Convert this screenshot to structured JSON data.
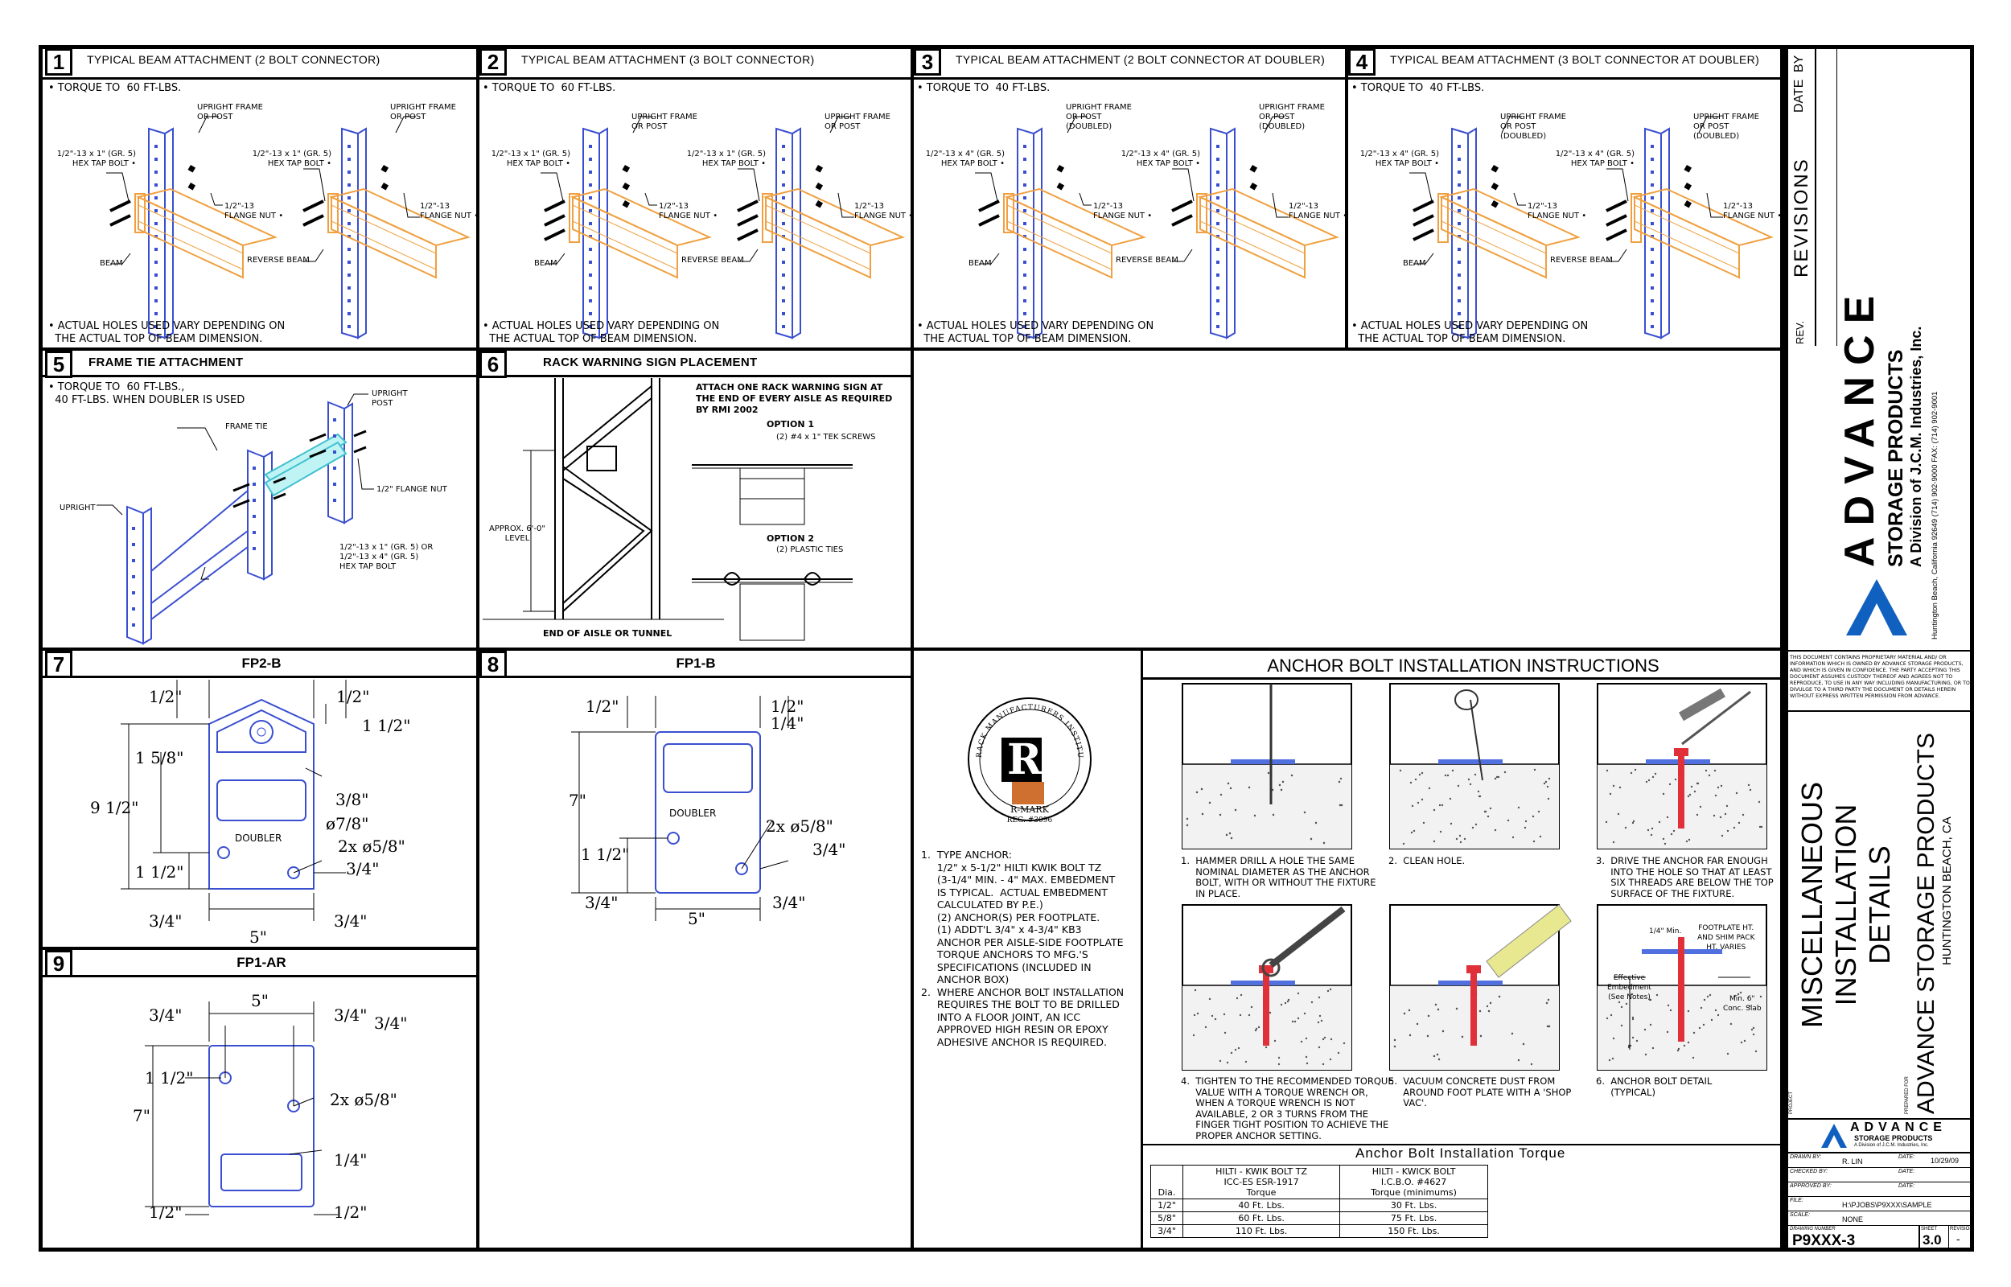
{
  "panels": {
    "p1": {
      "num": "1",
      "title": "TYPICAL BEAM ATTACHMENT (2 BOLT CONNECTOR)",
      "torque": "• TORQUE TO  60 FT-LBS.",
      "upright_left": "UPRIGHT FRAME\nOR POST",
      "upright_right": "UPRIGHT FRAME\nOR POST",
      "bolt_left": "1/2\"-13 x 1\" (GR. 5)\nHEX TAP BOLT •",
      "bolt_right": "1/2\"-13 x 1\" (GR. 5)\nHEX TAP BOLT •",
      "nut_left": "1/2\"-13\nFLANGE NUT •",
      "nut_right": "1/2\"-13\nFLANGE NUT •",
      "beam": "BEAM",
      "reverse_beam": "REVERSE BEAM",
      "footnote": "• ACTUAL HOLES USED VARY DEPENDING ON\n  THE ACTUAL TOP OF BEAM DIMENSION."
    },
    "p2": {
      "num": "2",
      "title": "TYPICAL BEAM ATTACHMENT (3 BOLT CONNECTOR)",
      "torque": "• TORQUE TO  60 FT-LBS.",
      "upright_left": "UPRIGHT FRAME\nOR POST",
      "upright_right": "UPRIGHT FRAME\nOR POST",
      "bolt_left": "1/2\"-13 x 1\" (GR. 5)\nHEX TAP BOLT •",
      "bolt_right": "1/2\"-13 x 1\" (GR. 5)\nHEX TAP BOLT •",
      "nut_left": "1/2\"-13\nFLANGE NUT •",
      "nut_right": "1/2\"-13\nFLANGE NUT •",
      "beam": "BEAM",
      "reverse_beam": "REVERSE BEAM",
      "footnote": "• ACTUAL HOLES USED VARY DEPENDING ON\n  THE ACTUAL TOP OF BEAM DIMENSION."
    },
    "p3": {
      "num": "3",
      "title": "TYPICAL BEAM ATTACHMENT (2 BOLT CONNECTOR AT DOUBLER)",
      "torque": "• TORQUE TO  40 FT-LBS.",
      "upright_left": "UPRIGHT FRAME\nOR POST\n(DOUBLED)",
      "upright_right": "UPRIGHT FRAME\nOR POST\n(DOUBLED)",
      "bolt_left": "1/2\"-13 x 4\" (GR. 5)\nHEX TAP BOLT •",
      "bolt_right": "1/2\"-13 x 4\" (GR. 5)\nHEX TAP BOLT •",
      "nut_left": "1/2\"-13\nFLANGE NUT •",
      "nut_right": "1/2\"-13\nFLANGE NUT •",
      "beam": "BEAM",
      "reverse_beam": "REVERSE BEAM",
      "footnote": "• ACTUAL HOLES USED VARY DEPENDING ON\n  THE ACTUAL TOP OF BEAM DIMENSION."
    },
    "p4": {
      "num": "4",
      "title": "TYPICAL BEAM ATTACHMENT (3 BOLT CONNECTOR AT DOUBLER)",
      "torque": "• TORQUE TO  40 FT-LBS.",
      "upright_left": "UPRIGHT FRAME\nOR POST\n(DOUBLED)",
      "upright_right": "UPRIGHT FRAME\nOR POST\n(DOUBLED)",
      "bolt_left": "1/2\"-13 x 4\" (GR. 5)\nHEX TAP BOLT •",
      "bolt_right": "1/2\"-13 x 4\" (GR. 5)\nHEX TAP BOLT •",
      "nut_left": "1/2\"-13\nFLANGE NUT •",
      "nut_right": "1/2\"-13\nFLANGE NUT •",
      "beam": "BEAM",
      "reverse_beam": "REVERSE BEAM",
      "footnote": "• ACTUAL HOLES USED VARY DEPENDING ON\n  THE ACTUAL TOP OF BEAM DIMENSION."
    },
    "p5": {
      "num": "5",
      "title": "FRAME TIE ATTACHMENT",
      "torque": "• TORQUE TO  60 FT-LBS.,\n  40 FT-LBS. WHEN DOUBLER IS USED",
      "upright_post": "UPRIGHT\nPOST",
      "frame_tie": "FRAME TIE",
      "nut": "1/2\" FLANGE NUT",
      "upright": "UPRIGHT",
      "bolt": "1/2\"-13 x 1\" (GR. 5) OR\n1/2\"-13 x 4\" (GR. 5)\nHEX TAP BOLT"
    },
    "p6": {
      "num": "6",
      "title": "RACK WARNING SIGN PLACEMENT",
      "instruction": "ATTACH ONE RACK WARNING SIGN AT\nTHE END OF EVERY AISLE AS REQUIRED\nBY RMI 2002",
      "option1": "OPTION 1",
      "option1_detail": "(2) #4 x 1\" TEK SCREWS",
      "option2": "OPTION 2",
      "option2_detail": "(2) PLASTIC TIES",
      "level": "APPROX. 6'-0\"\nLEVEL",
      "end_label": "END OF AISLE OR TUNNEL"
    },
    "p7": {
      "num": "7",
      "title": "FP2-B",
      "d_half_l": "1/2\"",
      "d_half_r": "1/2\"",
      "d_1half": "1 1/2\"",
      "d_15_8": "1 5/8\"",
      "d_3_8": "3/8\"",
      "d_9half": "9 1/2\"",
      "d_dia78": "ø7/8\"",
      "doubler": "DOUBLER",
      "d_holes": "2x ø5/8\"",
      "d_1half_b": "1 1/2\"",
      "d_3_4_r": "3/4\"",
      "d_3_4_bl": "3/4\"",
      "d_3_4_br": "3/4\"",
      "d_5": "5\""
    },
    "p8": {
      "num": "8",
      "title": "FP1-B",
      "d_half_l": "1/2\"",
      "d_half_r": "1/2\"",
      "d_1_4": "1/4\"",
      "d_7": "7\"",
      "doubler": "DOUBLER",
      "d_holes": "2x ø5/8\"",
      "d_1half": "1 1/2\"",
      "d_3_4_r": "3/4\"",
      "d_3_4_bl": "3/4\"",
      "d_3_4_br": "3/4\"",
      "d_5": "5\""
    },
    "p9": {
      "num": "9",
      "title": "FP1-AR",
      "d_5": "5\"",
      "d_3_4_tl": "3/4\"",
      "d_3_4_tr": "3/4\"",
      "d_3_4_r": "3/4\"",
      "d_1half": "1 1/2\"",
      "d_7": "7\"",
      "d_holes": "2x ø5/8\"",
      "d_1_4": "1/4\"",
      "d_half_l": "1/2\"",
      "d_half_r": "1/2\""
    }
  },
  "rmark": {
    "ring_text": "RACK MANUFACTURERS INSTITUTE",
    "label": "R-MARK",
    "reg": "REG. #3096"
  },
  "anchor_notes": "1.  TYPE ANCHOR:\n     1/2\" x 5-1/2\" HILTI KWIK BOLT TZ\n     (3-1/4\" MIN. - 4\" MAX. EMBEDMENT\n     IS TYPICAL.  ACTUAL EMBEDMENT\n     CALCULATED BY P.E.)\n     (2) ANCHOR(S) PER FOOTPLATE.\n     (1) ADDT'L 3/4\" x 4-3/4\" KB3\n     ANCHOR PER AISLE-SIDE FOOTPLATE\n     TORQUE ANCHORS TO MFG.'S\n     SPECIFICATIONS (INCLUDED IN\n     ANCHOR BOX)\n2.  WHERE ANCHOR BOLT INSTALLATION\n     REQUIRES THE BOLT TO BE DRILLED\n     INTO A FLOOR JOINT, AN ICC\n     APPROVED HIGH RESIN OR EPOXY\n     ADHESIVE ANCHOR IS REQUIRED.",
  "anchor": {
    "title": "ANCHOR BOLT INSTALLATION INSTRUCTIONS",
    "steps": [
      "1.  HAMMER DRILL A HOLE THE SAME\n     NOMINAL DIAMETER AS THE ANCHOR\n     BOLT, WITH OR WITHOUT THE FIXTURE\n     IN PLACE.",
      "2.  CLEAN HOLE.",
      "3.  DRIVE THE ANCHOR FAR ENOUGH\n     INTO THE HOLE SO THAT AT LEAST\n     SIX THREADS ARE BELOW THE TOP\n     SURFACE OF THE FIXTURE.",
      "4.  TIGHTEN TO THE RECOMMENDED TORQUE\n     VALUE WITH A TORQUE WRENCH OR,\n     WHEN A TORQUE WRENCH IS NOT\n     AVAILABLE, 2 OR 3 TURNS FROM THE\n     FINGER TIGHT POSITION TO ACHIEVE THE\n     PROPER ANCHOR SETTING.",
      "5.  VACUUM CONCRETE DUST FROM\n     AROUND FOOT PLATE WITH A 'SHOP\n     VAC'.",
      "6.  ANCHOR BOLT DETAIL\n     (TYPICAL)"
    ],
    "detail": {
      "min": "1/4\" Min.",
      "footplate": "FOOTPLATE HT.\nAND SHIM PACK\nHT. VARIES",
      "embed": "Effective\nEmbedment\n(See Notes)",
      "slab": "Min. 6\"\nConc. Slab"
    }
  },
  "torque_table": {
    "title": "Anchor Bolt Installation Torque",
    "col1": "HILTI - KWIK BOLT TZ\nICC-ES ESR-1917\nTorque",
    "col2": "HILTI - KWICK BOLT\nI.C.B.O. #4627\nTorque (minimums)",
    "dia_label": "Dia.",
    "rows": [
      {
        "dia": "1/2\"",
        "a": "40 Ft. Lbs.",
        "b": "30 Ft. Lbs."
      },
      {
        "dia": "5/8\"",
        "a": "60 Ft. Lbs.",
        "b": "75 Ft. Lbs."
      },
      {
        "dia": "3/4\"",
        "a": "110 Ft. Lbs.",
        "b": "150 Ft. Lbs."
      }
    ]
  },
  "titleblock": {
    "by": "BY",
    "date": "DATE",
    "revisions": "REVISIONS",
    "rev": "REV.",
    "company_big": "ADVANCE",
    "company_sub": "STORAGE PRODUCTS",
    "division": "A Division of J.C.M. Industries, Inc.",
    "address": "Huntington  Beach,  California  92649  (714)  902-9000   FAX:  (714)  902-9001",
    "disclaimer": "THIS DOCUMENT CONTAINS PROPRIETARY MATERIAL AND/ OR INFORMATION WHICH IS OWNED BY ADVANCE STORAGE PRODUCTS, AND WHICH IS GIVEN IN CONFIDENCE. THE PARTY ACCEPTING THIS DOCUMENT ASSUMES CUSTODY THEREOF AND AGREES NOT TO REPRODUCE, TO USE IN ANY WAY INCLUDING MANUFACTURING, OR TO DIVULGE TO A THIRD PARTY THE DOCUMENT OR DETAILS HEREIN WITHOUT EXPRESS WRITTEN PERMISSION FROM ADVANCE.",
    "sheet_title": "MISCELLANEOUS\nINSTALLATION\nDETAILS",
    "project_label": "PROJECT",
    "prepared_for": "PREPARED FOR",
    "client": "ADVANCE STORAGE PRODUCTS",
    "client_loc": "HUNTINGTON  BEACH,  CA",
    "logo_big": "ADVANCE",
    "logo_sub": "STORAGE PRODUCTS",
    "logo_div": "A Division of J.C.M. Industries, Inc.",
    "drawn_by_label": "DRAWN BY:",
    "drawn_by": "R. LIN",
    "date_label": "DATE:",
    "date_value": "10/29/09",
    "checked_label": "CHECKED BY:",
    "approved_label": "APPROVED BY:",
    "file_label": "FILE:",
    "file_value": "H:\\PJOBS\\P9XXX\\SAMPLE",
    "scale_label": "SCALE:",
    "scale_value": "NONE",
    "drawing_number_label": "DRAWING NUMBER",
    "drawing_number": "P9XXX-3",
    "sheet_label": "SHEET",
    "sheet_value": "3.0",
    "revision_label": "REVISION",
    "revision_value": "-"
  },
  "colors": {
    "upright": "#3a4fd0",
    "beam": "#f0a040",
    "tie": "#40e0e0",
    "anchor": "#e0303a",
    "plate": "#5070e0",
    "vac": "#e8e890"
  }
}
